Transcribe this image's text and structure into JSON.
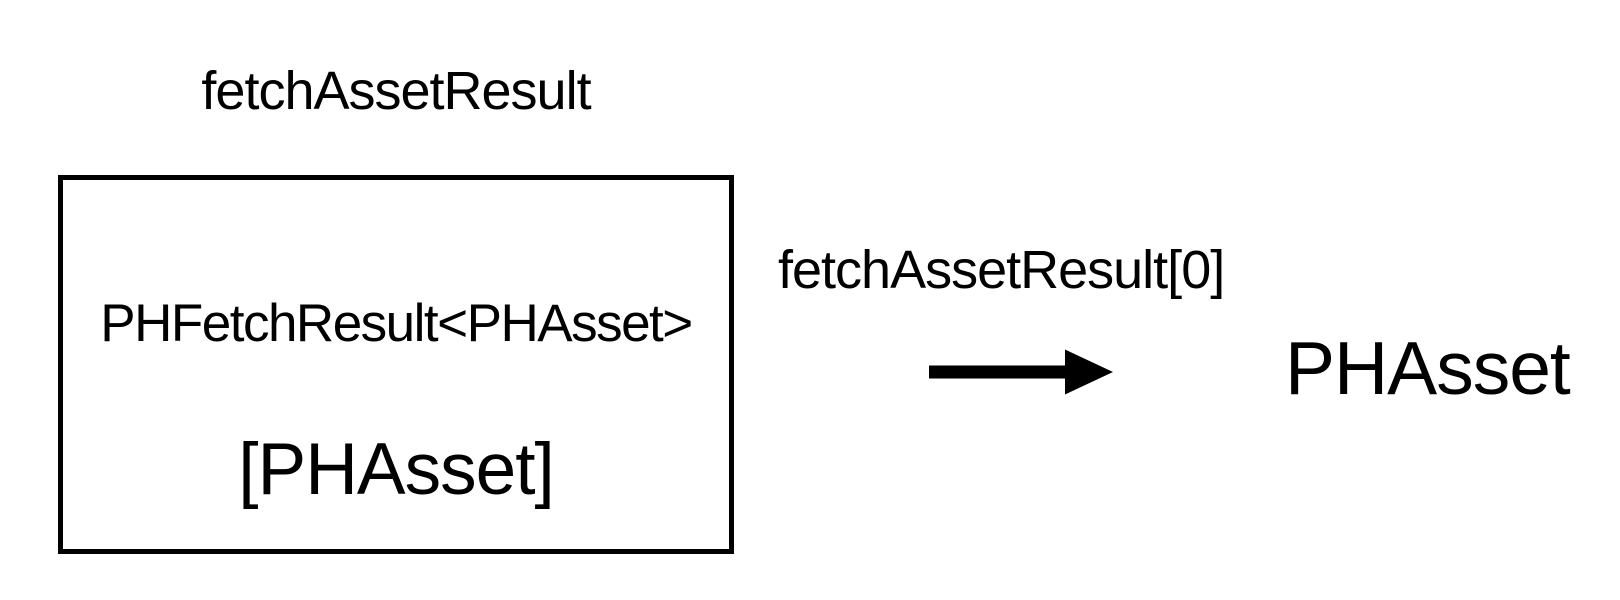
{
  "colors": {
    "background": "#ffffff",
    "ink": "#000000"
  },
  "diagram": {
    "collection": {
      "label": "fetchAssetResult",
      "type_line": "PHFetchResult<PHAsset>",
      "value_line": "[PHAsset]"
    },
    "access": {
      "expression_label": "fetchAssetResult[0]",
      "arrow_icon": "right-arrow",
      "result_label": "PHAsset"
    }
  }
}
